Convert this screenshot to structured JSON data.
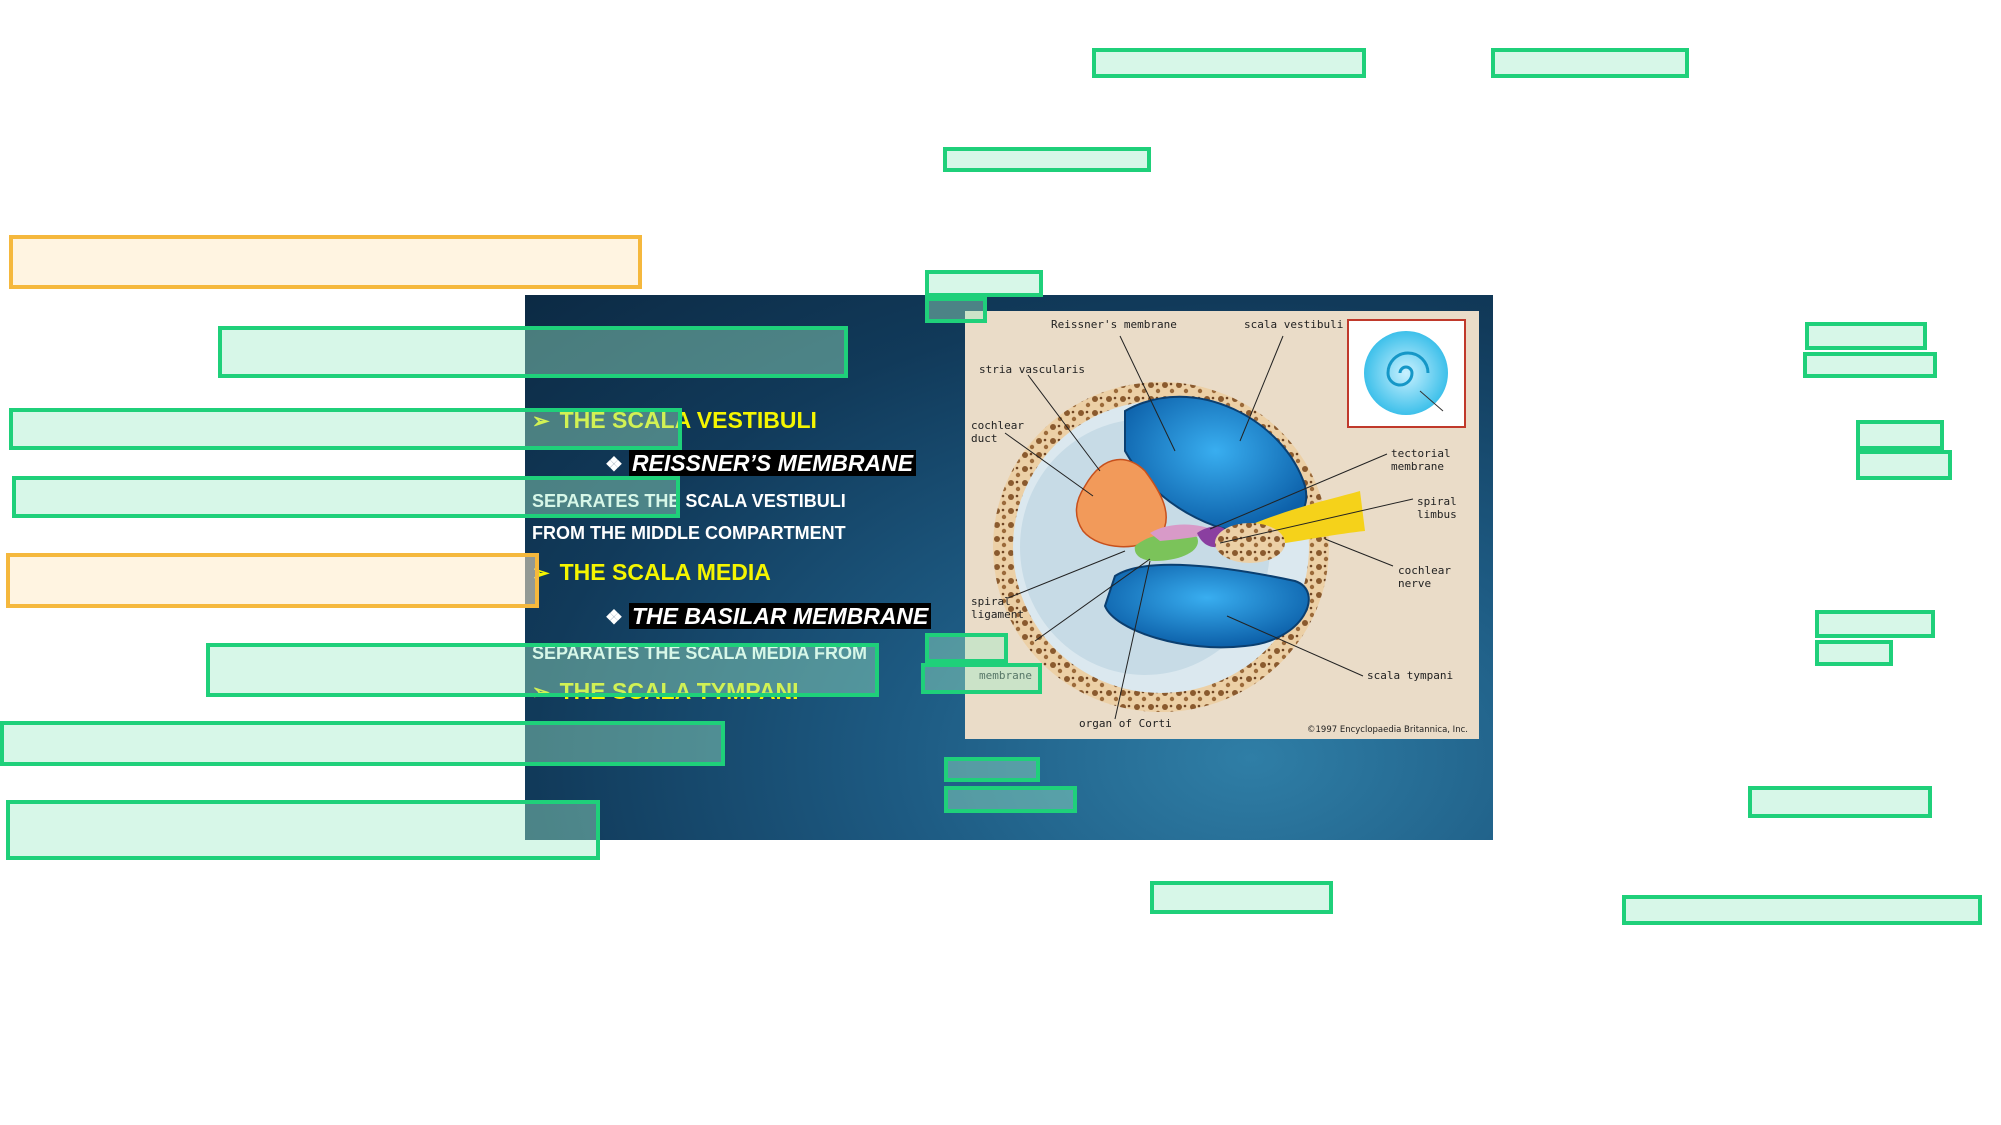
{
  "slide": {
    "heading1": "THE SCALA VESTIBULI",
    "sub1": "REISSNER’S MEMBRANE",
    "body1_line1": "SEPARATES THE SCALA VESTIBULI",
    "body1_line2": "FROM THE MIDDLE COMPARTMENT",
    "heading2": "THE SCALA MEDIA",
    "sub2": "THE BASILAR MEMBRANE",
    "body2_line1": "SEPARATES THE SCALA MEDIA FROM",
    "heading3": "THE SCALA TYMPANI",
    "arrow_glyph": "➢",
    "diamond_glyph": "❖"
  },
  "diagram": {
    "labels": {
      "reissners_membrane": "Reissner's membrane",
      "scala_vestibuli": "scala vestibuli",
      "stria_vascularis": "stria vascularis",
      "cochlear_duct_1": "cochlear",
      "cochlear_duct_2": "duct",
      "tectorial_membrane_1": "tectorial",
      "tectorial_membrane_2": "membrane",
      "spiral_limbus_1": "spiral",
      "spiral_limbus_2": "limbus",
      "cochlear_nerve_1": "cochlear",
      "cochlear_nerve_2": "nerve",
      "spiral_ligament_1": "spiral",
      "spiral_ligament_2": "ligament",
      "basilar_membrane_partial": "membrane",
      "scala_tympani": "scala tympani",
      "organ_of_corti": "organ of Corti",
      "copyright": "©1997 Encyclopaedia Britannica, Inc."
    },
    "colors": {
      "bone": "#e8c9a0",
      "scala_blue": "#1e8fd6",
      "duct_orange": "#f29a5a",
      "nerve_yellow": "#f5d21a",
      "inset_border": "#c0392b"
    }
  },
  "annotation_colors": {
    "green": "#1fd07a",
    "orange": "#f5b83d"
  }
}
